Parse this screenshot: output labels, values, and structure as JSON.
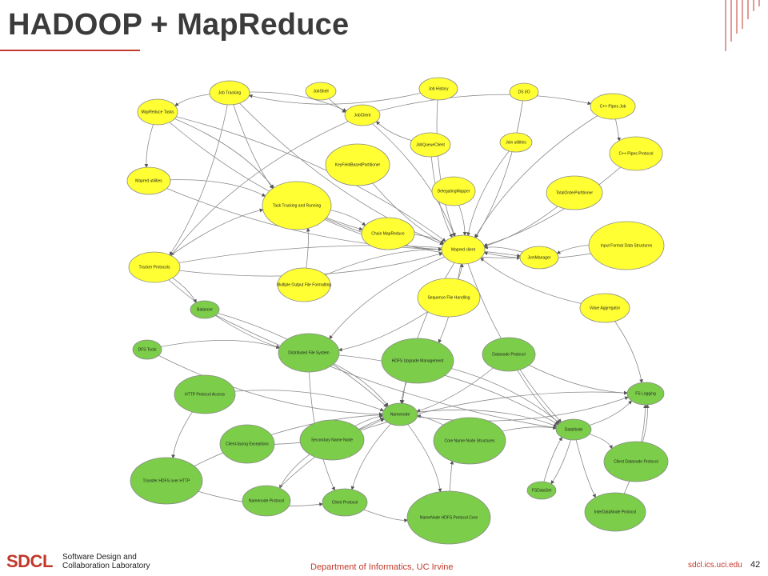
{
  "slide": {
    "title": "HADOOP + MapReduce"
  },
  "footer": {
    "logo": "SDCL",
    "lab_line1": "Software Design and",
    "lab_line2": "Collaboration Laboratory",
    "department": "Department of Informatics, UC Irvine",
    "site": "sdcl.ics.uci.edu",
    "page": "42"
  },
  "colors": {
    "mapreduce_node": "#ffff33",
    "hdfs_node": "#7ccd4a",
    "accent": "#c0392b",
    "edge": "#8a8a8a"
  },
  "diagram": {
    "nodes": [
      {
        "id": "job-tracking",
        "label": "Job Tracking",
        "group": "mapreduce"
      },
      {
        "id": "jobshell",
        "label": "JobShell",
        "group": "mapreduce"
      },
      {
        "id": "job-history",
        "label": "Job History",
        "group": "mapreduce"
      },
      {
        "id": "ds-io",
        "label": "DS I/O",
        "group": "mapreduce"
      },
      {
        "id": "mapreduce-tasks",
        "label": "MapReduce Tasks",
        "group": "mapreduce"
      },
      {
        "id": "jobclient",
        "label": "JobClient",
        "group": "mapreduce"
      },
      {
        "id": "cpp-pipes-job",
        "label": "C++ Pipes Job",
        "group": "mapreduce"
      },
      {
        "id": "jobqueueclient",
        "label": "JobQueueClient",
        "group": "mapreduce"
      },
      {
        "id": "join-utilities",
        "label": "Join utilities",
        "group": "mapreduce"
      },
      {
        "id": "cpp-pipes-protocol",
        "label": "C++ Pipes Protocol",
        "group": "mapreduce"
      },
      {
        "id": "keyfieldbasedpartitioner",
        "label": "KeyFieldBasedPartitioner",
        "group": "mapreduce"
      },
      {
        "id": "mapred-utilities",
        "label": "Mapred utilities",
        "group": "mapreduce"
      },
      {
        "id": "delegatingmapper",
        "label": "DelegatingMapper",
        "group": "mapreduce"
      },
      {
        "id": "totalorderpartitioner",
        "label": "TotalOrderPartitioner",
        "group": "mapreduce"
      },
      {
        "id": "task-tracking-running",
        "label": "Task Tracking and Running",
        "group": "mapreduce"
      },
      {
        "id": "chain-mapreduce",
        "label": "Chain MapReduce",
        "group": "mapreduce"
      },
      {
        "id": "mapred-client",
        "label": "Mapred client",
        "group": "mapreduce"
      },
      {
        "id": "jvmmanager",
        "label": "JvmManager",
        "group": "mapreduce"
      },
      {
        "id": "input-format-data-structures",
        "label": "Input Format Data Structures",
        "group": "mapreduce"
      },
      {
        "id": "tracker-protocols",
        "label": "Tracker Protocols",
        "group": "mapreduce"
      },
      {
        "id": "multiple-output-file-formatting",
        "label": "Multiple Output File Formatting",
        "group": "mapreduce"
      },
      {
        "id": "sequence-file-handling",
        "label": "Sequence File Handling",
        "group": "mapreduce"
      },
      {
        "id": "value-aggregator",
        "label": "Value Aggregator",
        "group": "mapreduce"
      },
      {
        "id": "balancer",
        "label": "Balancer",
        "group": "hdfs"
      },
      {
        "id": "dfs-tools",
        "label": "DFS Tools",
        "group": "hdfs"
      },
      {
        "id": "distributed-file-system",
        "label": "Distributed File System",
        "group": "hdfs"
      },
      {
        "id": "hdfs-upgrade-management",
        "label": "HDFS Upgrade Management",
        "group": "hdfs"
      },
      {
        "id": "datanode-protocol",
        "label": "Datanode Protocol",
        "group": "hdfs"
      },
      {
        "id": "http-protocol-access",
        "label": "HTTP Protocol Access",
        "group": "hdfs"
      },
      {
        "id": "fs-logging",
        "label": "FS Logging",
        "group": "hdfs"
      },
      {
        "id": "namenode",
        "label": "Namenode",
        "group": "hdfs"
      },
      {
        "id": "datanode",
        "label": "DataNode",
        "group": "hdfs"
      },
      {
        "id": "client-facing-exceptions",
        "label": "Client-facing Exceptions",
        "group": "hdfs"
      },
      {
        "id": "secondary-name-node",
        "label": "Secondary Name Node",
        "group": "hdfs"
      },
      {
        "id": "core-name-node-structures",
        "label": "Core Name Node Structures",
        "group": "hdfs"
      },
      {
        "id": "client-datanode-protocol",
        "label": "Client Datanode Protocol",
        "group": "hdfs"
      },
      {
        "id": "transfer-hdfs-over-http",
        "label": "Transfer HDFS over HTTP",
        "group": "hdfs"
      },
      {
        "id": "fsdataset",
        "label": "FSDataSet",
        "group": "hdfs"
      },
      {
        "id": "namenode-protocol",
        "label": "Namenode Protocol",
        "group": "hdfs"
      },
      {
        "id": "client-protocol",
        "label": "Client Protocol",
        "group": "hdfs"
      },
      {
        "id": "namenode-hdfs-protocol-core",
        "label": "NameNode HDFS Protocol Core",
        "group": "hdfs"
      },
      {
        "id": "interdatanode-protocol",
        "label": "InterDataNode Protocol",
        "group": "hdfs"
      }
    ],
    "edges": [
      [
        "job-tracking",
        "mapreduce-tasks"
      ],
      [
        "job-tracking",
        "jobclient"
      ],
      [
        "job-tracking",
        "task-tracking-running"
      ],
      [
        "job-tracking",
        "tracker-protocols"
      ],
      [
        "job-tracking",
        "mapred-client"
      ],
      [
        "job-history",
        "job-tracking"
      ],
      [
        "job-history",
        "mapred-client"
      ],
      [
        "jobclient",
        "mapred-client"
      ],
      [
        "jobclient",
        "tracker-protocols"
      ],
      [
        "jobclient",
        "cpp-pipes-job"
      ],
      [
        "jobshell",
        "jobclient"
      ],
      [
        "mapreduce-tasks",
        "task-tracking-running"
      ],
      [
        "mapreduce-tasks",
        "mapred-utilities"
      ],
      [
        "mapreduce-tasks",
        "mapred-client"
      ],
      [
        "mapreduce-tasks",
        "chain-mapreduce"
      ],
      [
        "mapred-utilities",
        "task-tracking-running"
      ],
      [
        "mapred-utilities",
        "mapred-client"
      ],
      [
        "tracker-protocols",
        "task-tracking-running"
      ],
      [
        "tracker-protocols",
        "mapred-client"
      ],
      [
        "tracker-protocols",
        "jvmmanager"
      ],
      [
        "task-tracking-running",
        "mapred-client"
      ],
      [
        "task-tracking-running",
        "chain-mapreduce"
      ],
      [
        "task-tracking-running",
        "jvmmanager"
      ],
      [
        "chain-mapreduce",
        "mapred-client"
      ],
      [
        "keyfieldbasedpartitioner",
        "mapred-client"
      ],
      [
        "delegatingmapper",
        "mapred-client"
      ],
      [
        "jobqueueclient",
        "mapred-client"
      ],
      [
        "jobqueueclient",
        "jobclient"
      ],
      [
        "join-utilities",
        "mapred-client"
      ],
      [
        "totalorderpartitioner",
        "mapred-client"
      ],
      [
        "cpp-pipes-job",
        "cpp-pipes-protocol"
      ],
      [
        "cpp-pipes-protocol",
        "mapred-client"
      ],
      [
        "cpp-pipes-job",
        "mapred-client"
      ],
      [
        "input-format-data-structures",
        "mapred-client"
      ],
      [
        "jvmmanager",
        "mapred-client"
      ],
      [
        "value-aggregator",
        "mapred-client"
      ],
      [
        "sequence-file-handling",
        "mapred-client"
      ],
      [
        "multiple-output-file-formatting",
        "mapred-client"
      ],
      [
        "multiple-output-file-formatting",
        "task-tracking-running"
      ],
      [
        "ds-io",
        "mapred-client"
      ],
      [
        "mapred-client",
        "distributed-file-system"
      ],
      [
        "sequence-file-handling",
        "distributed-file-system"
      ],
      [
        "tracker-protocols",
        "distributed-file-system"
      ],
      [
        "mapred-client",
        "hdfs-upgrade-management"
      ],
      [
        "mapred-client",
        "datanode"
      ],
      [
        "dfs-tools",
        "distributed-file-system"
      ],
      [
        "dfs-tools",
        "namenode"
      ],
      [
        "balancer",
        "namenode"
      ],
      [
        "balancer",
        "datanode"
      ],
      [
        "distributed-file-system",
        "namenode"
      ],
      [
        "distributed-file-system",
        "client-protocol"
      ],
      [
        "distributed-file-system",
        "datanode"
      ],
      [
        "hdfs-upgrade-management",
        "namenode"
      ],
      [
        "hdfs-upgrade-management",
        "datanode"
      ],
      [
        "datanode-protocol",
        "datanode"
      ],
      [
        "datanode-protocol",
        "namenode"
      ],
      [
        "datanode-protocol",
        "fs-logging"
      ],
      [
        "http-protocol-access",
        "namenode"
      ],
      [
        "http-protocol-access",
        "transfer-hdfs-over-http"
      ],
      [
        "secondary-name-node",
        "namenode"
      ],
      [
        "secondary-name-node",
        "namenode-protocol"
      ],
      [
        "secondary-name-node",
        "fs-logging"
      ],
      [
        "core-name-node-structures",
        "namenode"
      ],
      [
        "core-name-node-structures",
        "datanode"
      ],
      [
        "namenode",
        "fs-logging"
      ],
      [
        "namenode",
        "namenode-hdfs-protocol-core"
      ],
      [
        "namenode",
        "client-protocol"
      ],
      [
        "namenode",
        "datanode"
      ],
      [
        "datanode",
        "fs-logging"
      ],
      [
        "datanode",
        "client-datanode-protocol"
      ],
      [
        "datanode",
        "interdatanode-protocol"
      ],
      [
        "datanode",
        "fsdataset"
      ],
      [
        "client-facing-exceptions",
        "namenode"
      ],
      [
        "transfer-hdfs-over-http",
        "namenode"
      ],
      [
        "transfer-hdfs-over-http",
        "client-protocol"
      ],
      [
        "namenode-protocol",
        "namenode"
      ],
      [
        "client-protocol",
        "namenode-hdfs-protocol-core"
      ],
      [
        "namenode-hdfs-protocol-core",
        "core-name-node-structures"
      ],
      [
        "client-datanode-protocol",
        "fs-logging"
      ],
      [
        "fsdataset",
        "datanode"
      ],
      [
        "interdatanode-protocol",
        "fs-logging"
      ],
      [
        "value-aggregator",
        "fs-logging"
      ],
      [
        "input-format-data-structures",
        "jvmmanager"
      ],
      [
        "tracker-protocols",
        "balancer"
      ],
      [
        "mapred-client",
        "namenode"
      ]
    ]
  }
}
